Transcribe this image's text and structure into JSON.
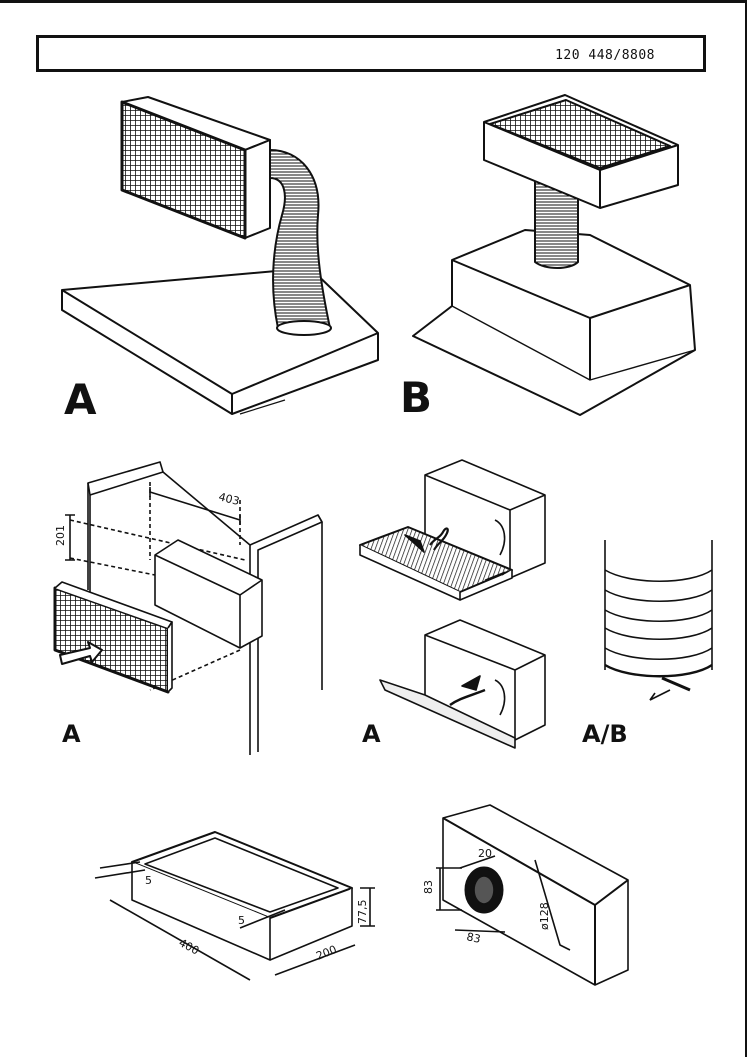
{
  "header": {
    "doc_code": "120 448/8808"
  },
  "figures": {
    "fig1_label": "A",
    "fig2_label": "B",
    "fig3_label": "A",
    "fig4_label": "A",
    "fig5_label": "A/B"
  },
  "dimensions": {
    "width_403": "403",
    "height_201": "201",
    "edge_5a": "5",
    "edge_5b": "5",
    "length_400": "400",
    "depth_200": "200",
    "height_77_5": "77,5",
    "spigot_20": "20",
    "spigot_83_v": "83",
    "spigot_83_h": "83",
    "diameter_128": "ø128"
  }
}
